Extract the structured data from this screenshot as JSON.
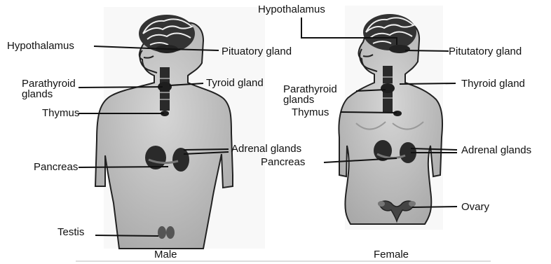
{
  "figure": {
    "colors": {
      "background": "#ffffff",
      "ink": "#111111",
      "body_fill": "#c9c9c9",
      "body_shade": "#a9a9a9",
      "organ": "#2b2b2b"
    },
    "male": {
      "caption": "Male",
      "labels": {
        "hypothalamus": "Hypothalamus",
        "pituitary": "Pituatory gland",
        "parathyroid_line1": "Parathyroid",
        "parathyroid_line2": "glands",
        "thyroid": "Tyroid gland",
        "thymus": "Thymus",
        "adrenal": "Adrenal glands",
        "pancreas": "Pancreas",
        "testis": "Testis"
      }
    },
    "female": {
      "caption": "Female",
      "labels": {
        "hypothalamus": "Hypothalamus",
        "pituitary": "Pitutatory gland",
        "parathyroid_line1": "Parathyroid",
        "parathyroid_line2": "glands",
        "thyroid": "Thyroid gland",
        "thymus": "Thymus",
        "adrenal": "Adrenal glands",
        "pancreas": "Pancreas",
        "ovary": "Ovary"
      }
    }
  }
}
